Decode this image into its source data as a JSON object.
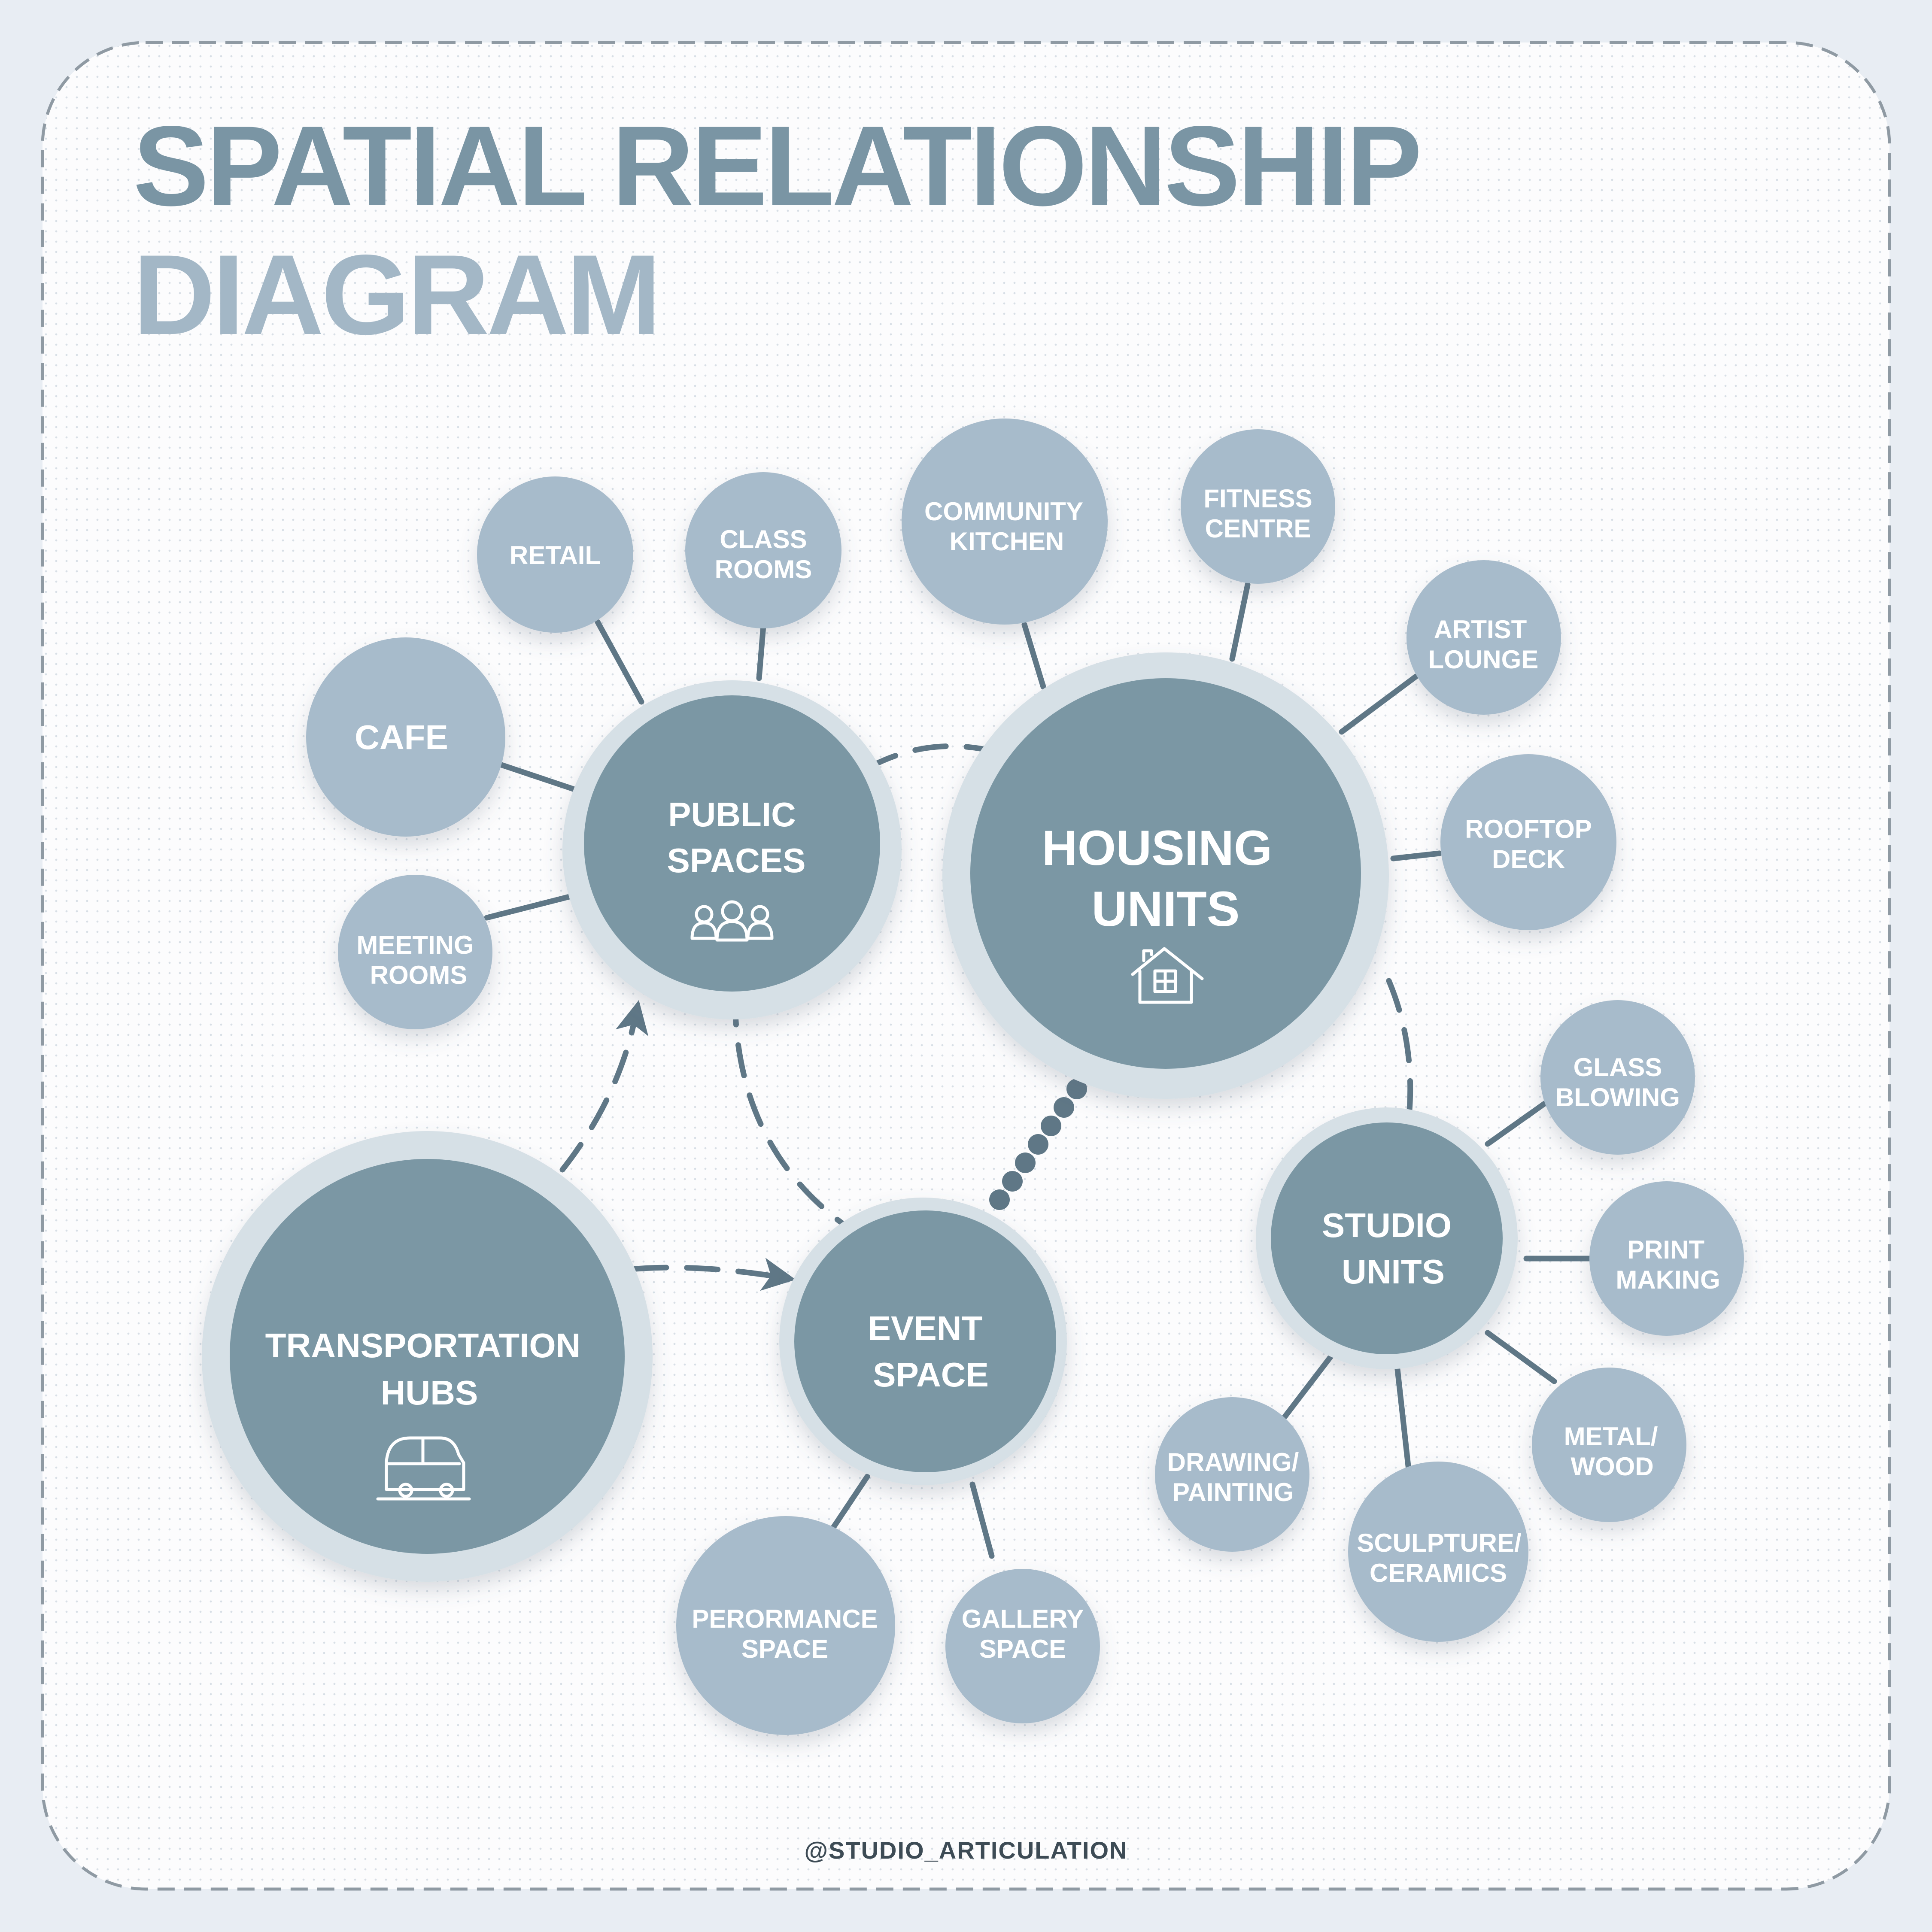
{
  "title": {
    "line1": "SPATIAL RELATIONSHIP",
    "line2": "DIAGRAM"
  },
  "credit": "@STUDIO_ARTICULATION",
  "colors": {
    "background": "#e8edf3",
    "card": "#fcfcfd",
    "dark_node": "#7b97a4",
    "light_node": "#a7bbcb",
    "halo": "#d6e0e6",
    "connector": "#5f7786",
    "title_dark": "#7a95a4",
    "title_light": "#a3b7c6"
  },
  "hubs": {
    "public": {
      "label": [
        "PUBLIC",
        "SPACES"
      ],
      "icon": "people-icon"
    },
    "housing": {
      "label": [
        "HOUSING",
        "UNITS"
      ],
      "icon": "house-icon"
    },
    "studio": {
      "label": [
        "STUDIO",
        "UNITS"
      ]
    },
    "event": {
      "label": [
        "EVENT",
        "SPACE"
      ]
    },
    "transport": {
      "label": [
        "TRANSPORTATION",
        "HUBS"
      ],
      "icon": "car-icon"
    }
  },
  "satellites": {
    "retail": [
      "RETAIL"
    ],
    "classrooms": [
      "CLASS",
      "ROOMS"
    ],
    "cafe": [
      "CAFE"
    ],
    "meeting": [
      "MEETING",
      "ROOMS"
    ],
    "kitchen": [
      "COMMUNITY",
      "KITCHEN"
    ],
    "fitness": [
      "FITNESS",
      "CENTRE"
    ],
    "artist": [
      "ARTIST",
      "LOUNGE"
    ],
    "rooftop": [
      "ROOFTOP",
      "DECK"
    ],
    "glass": [
      "GLASS",
      "BLOWING"
    ],
    "print": [
      "PRINT",
      "MAKING"
    ],
    "metal": [
      "METAL/",
      "WOOD"
    ],
    "sculpture": [
      "SCULPTURE/",
      "CERAMICS"
    ],
    "drawing": [
      "DRAWING/",
      "PAINTING"
    ],
    "performance": [
      "PERORMANCE",
      "SPACE"
    ],
    "gallery": [
      "GALLERY",
      "SPACE"
    ]
  }
}
